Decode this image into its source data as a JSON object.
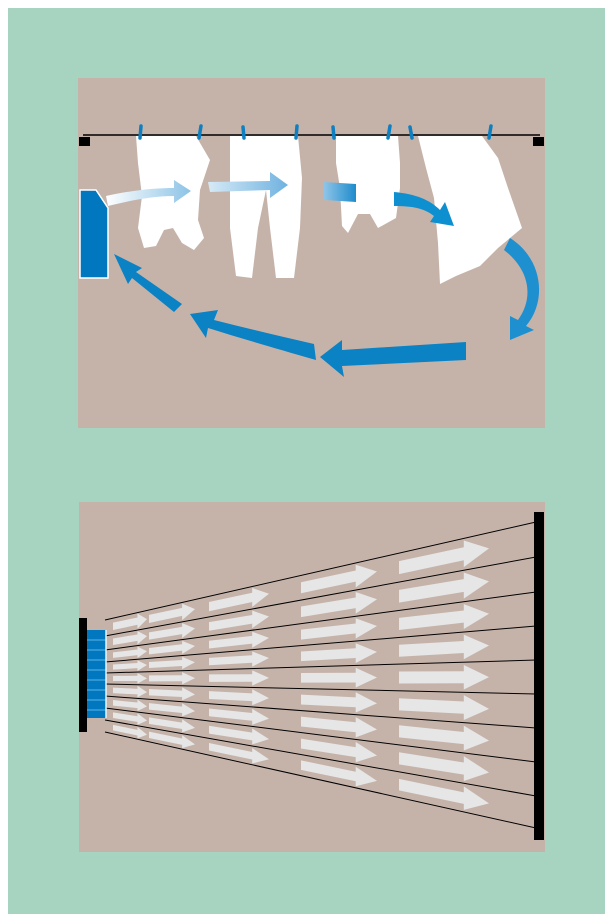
{
  "figure": {
    "top_panel": {
      "icon": "dryer-unit-icon",
      "clothes": [
        "shirt",
        "trousers",
        "shirt",
        "sheet"
      ],
      "airflow": "circulating-arrows"
    },
    "bottom_panel": {
      "icon": "air-outlet-icon",
      "line_count": 10,
      "airflow": "spreading-arrows"
    }
  },
  "colors": {
    "frame": "#a6d4c0",
    "panel": "#c5b3aa",
    "unit_blue": "#0077be",
    "arrow_light": "#e6e6e6",
    "laundry": "#ffffff"
  }
}
